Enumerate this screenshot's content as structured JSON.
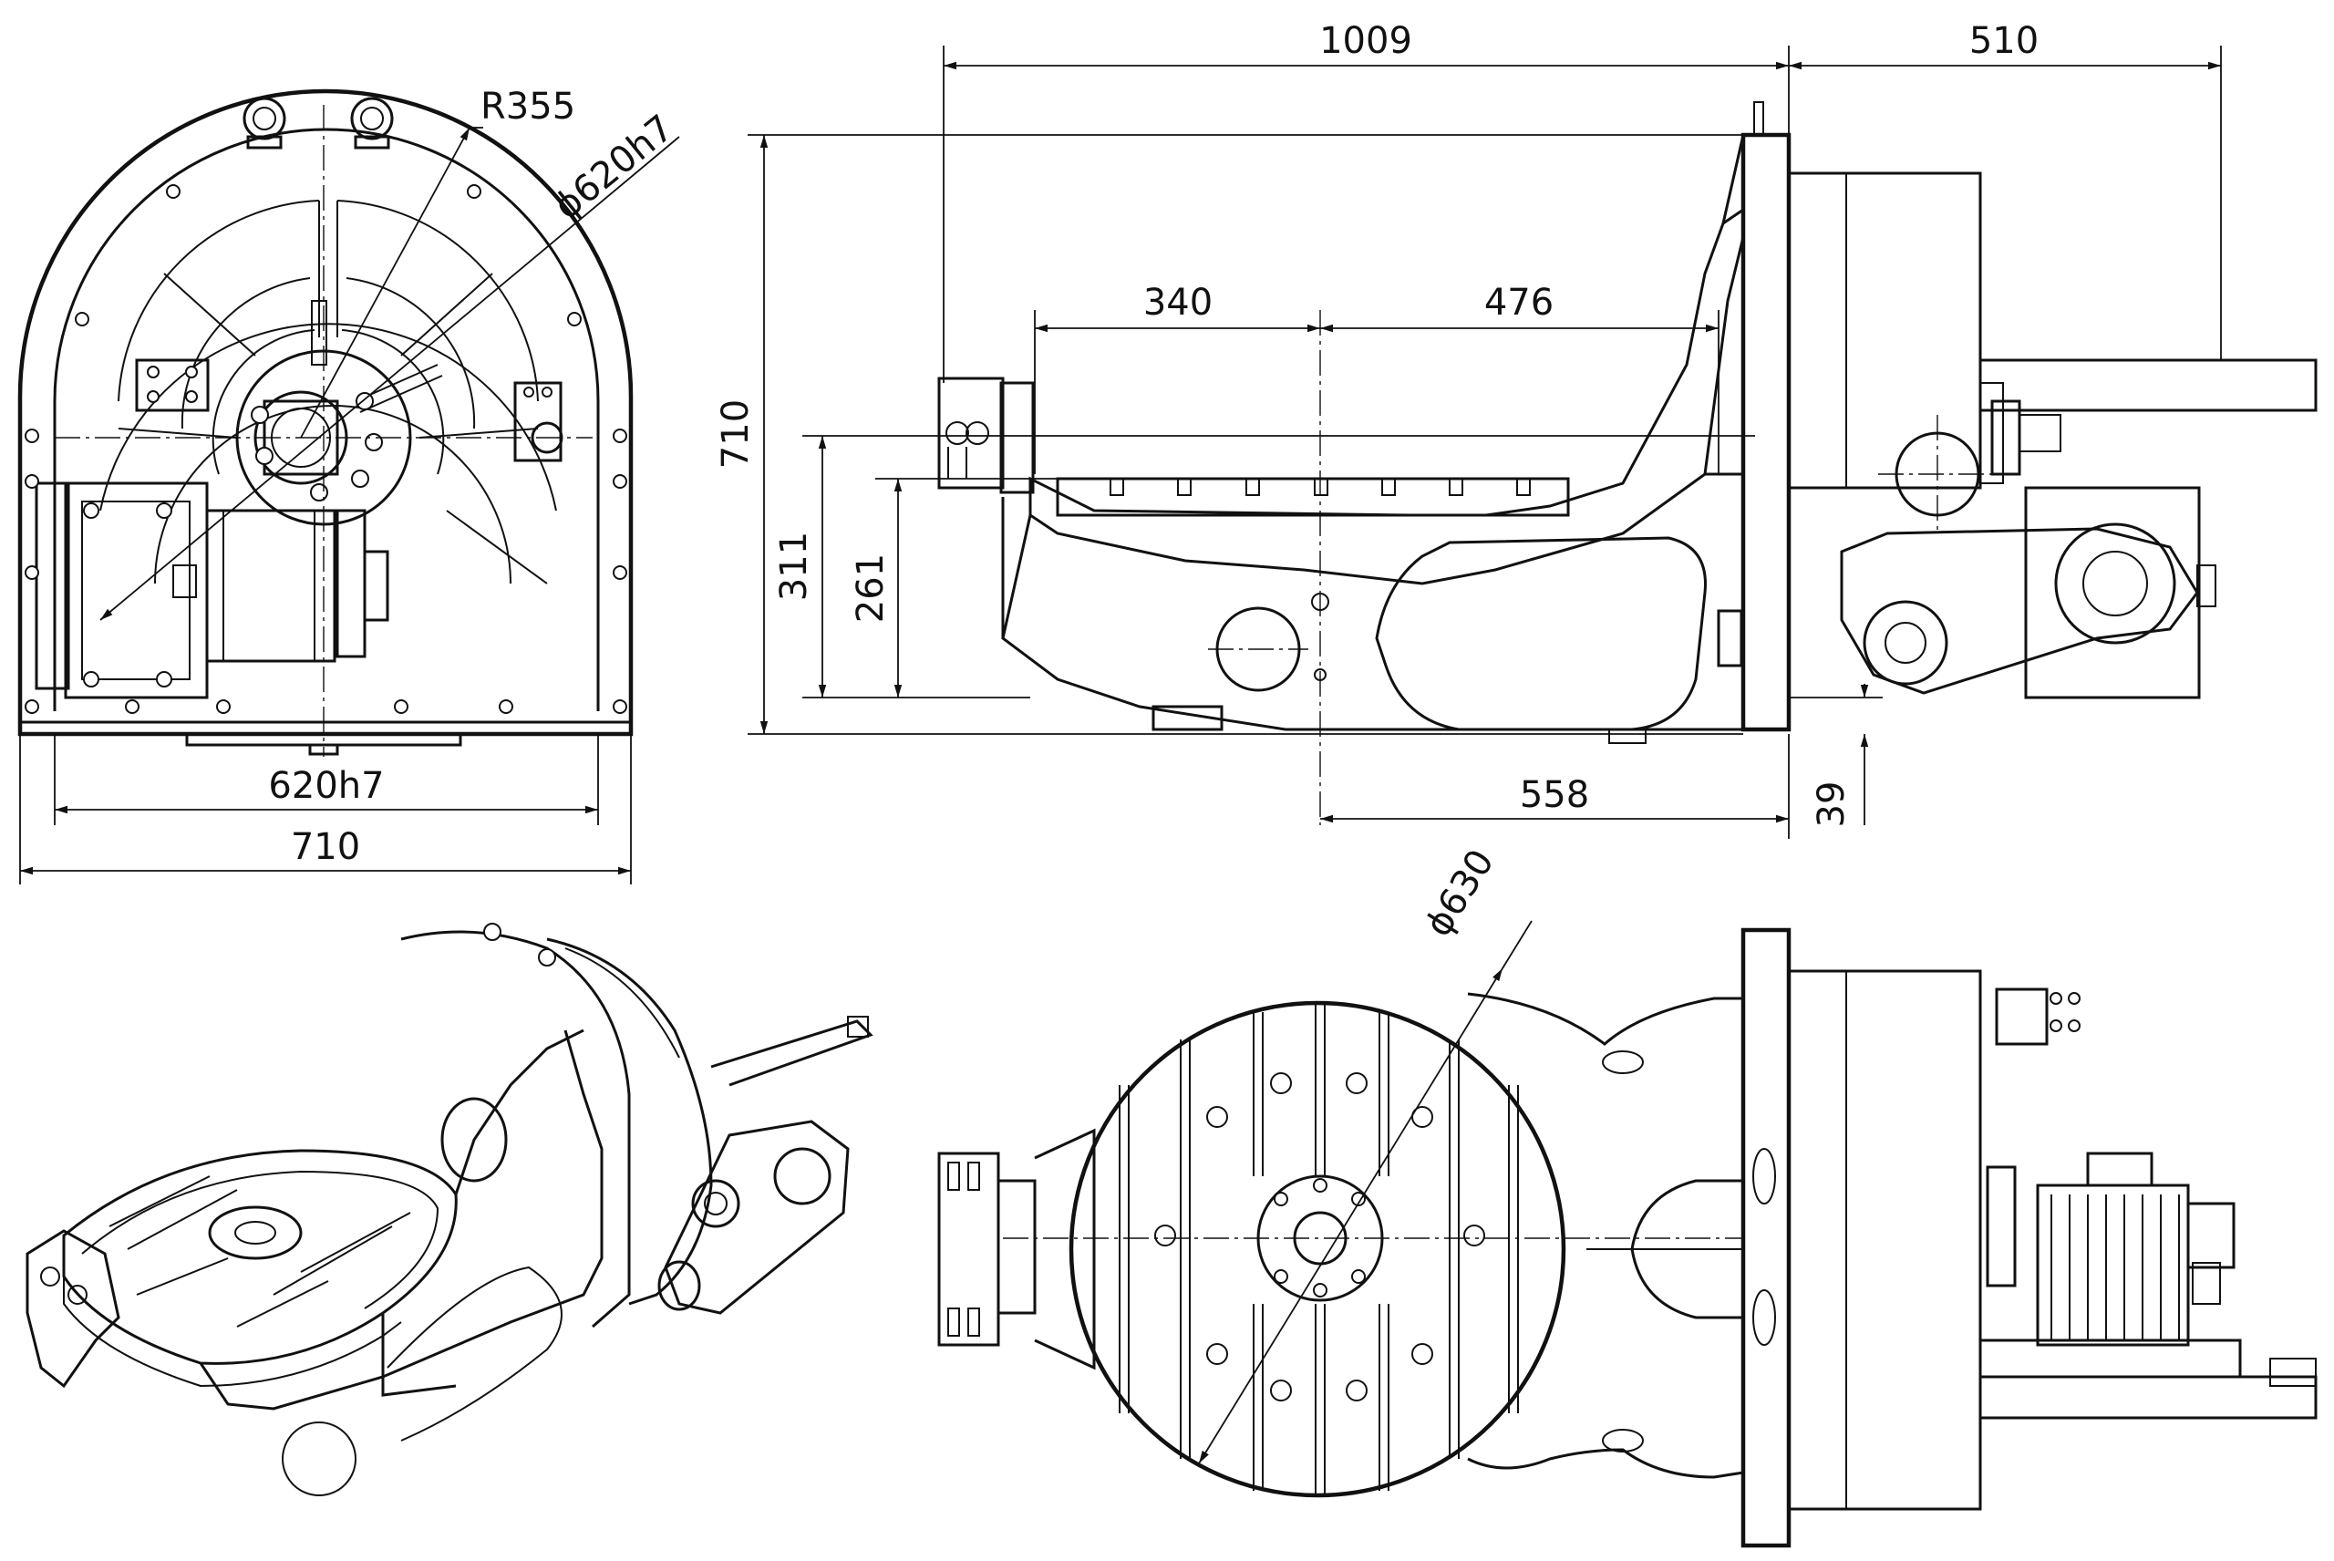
{
  "title": "",
  "views": {
    "front": {
      "dims": {
        "radius": "R355",
        "pilot_dia": "ϕ620h7",
        "width_pilot": "620h7",
        "width_total": "710"
      }
    },
    "side": {
      "dims": {
        "length_main": "1009",
        "length_motor": "510",
        "offset_left": "340",
        "offset_right": "476",
        "height_total": "710",
        "height_axis": "311",
        "height_table": "261",
        "offset_bottom": "558",
        "clearance": "39"
      }
    },
    "iso": {},
    "top": {
      "dims": {
        "table_dia": "ϕ630"
      }
    }
  }
}
